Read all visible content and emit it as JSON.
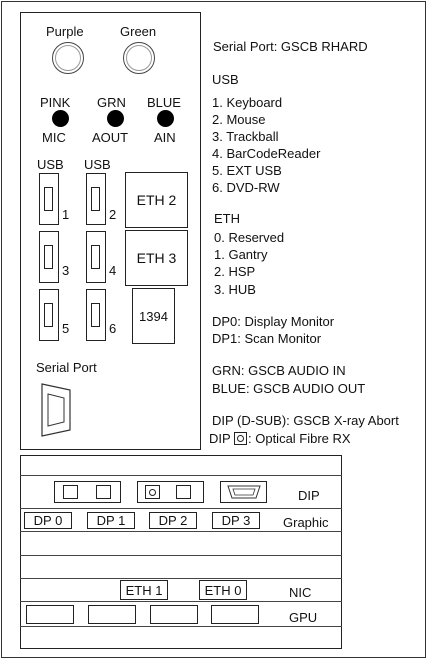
{
  "panel": {
    "audio_circles": {
      "purple": "Purple",
      "green": "Green"
    },
    "jacks": [
      {
        "top": "PINK",
        "bottom": "MIC"
      },
      {
        "top": "GRN",
        "bottom": "AOUT"
      },
      {
        "top": "BLUE",
        "bottom": "AIN"
      }
    ],
    "usb_col1_label": "USB",
    "usb_col2_label": "USB",
    "usb_ports": [
      "1",
      "2",
      "3",
      "4",
      "5",
      "6"
    ],
    "eth_boxes": [
      "ETH 2",
      "ETH 3"
    ],
    "port_1394": "1394",
    "serial_port_label": "Serial Port"
  },
  "legend": {
    "serial": "Serial Port: GSCB RHARD",
    "usb_heading": "USB",
    "usb_items": [
      "1. Keyboard",
      "2. Mouse",
      "3. Trackball",
      "4. BarCodeReader",
      "5. EXT USB",
      "6. DVD-RW"
    ],
    "eth_heading": "ETH",
    "eth_items": [
      "0. Reserved",
      "1. Gantry",
      "2. HSP",
      "3. HUB"
    ],
    "dp_items": [
      "DP0: Display Monitor",
      "DP1: Scan Monitor"
    ],
    "audio_items": [
      "GRN: GSCB AUDIO IN",
      "BLUE: GSCB AUDIO OUT"
    ],
    "dip_dsub": "DIP (D-SUB): GSCB X-ray Abort",
    "dip_prefix": "DIP",
    "dip_optical": ": Optical Fibre RX"
  },
  "lower": {
    "dip_label": "DIP",
    "graphic_label": "Graphic",
    "dp_ports": [
      "DP 0",
      "DP 1",
      "DP 2",
      "DP 3"
    ],
    "nic_label": "NIC",
    "eth_ports": [
      "ETH 1",
      "ETH 0"
    ],
    "gpu_label": "GPU"
  }
}
